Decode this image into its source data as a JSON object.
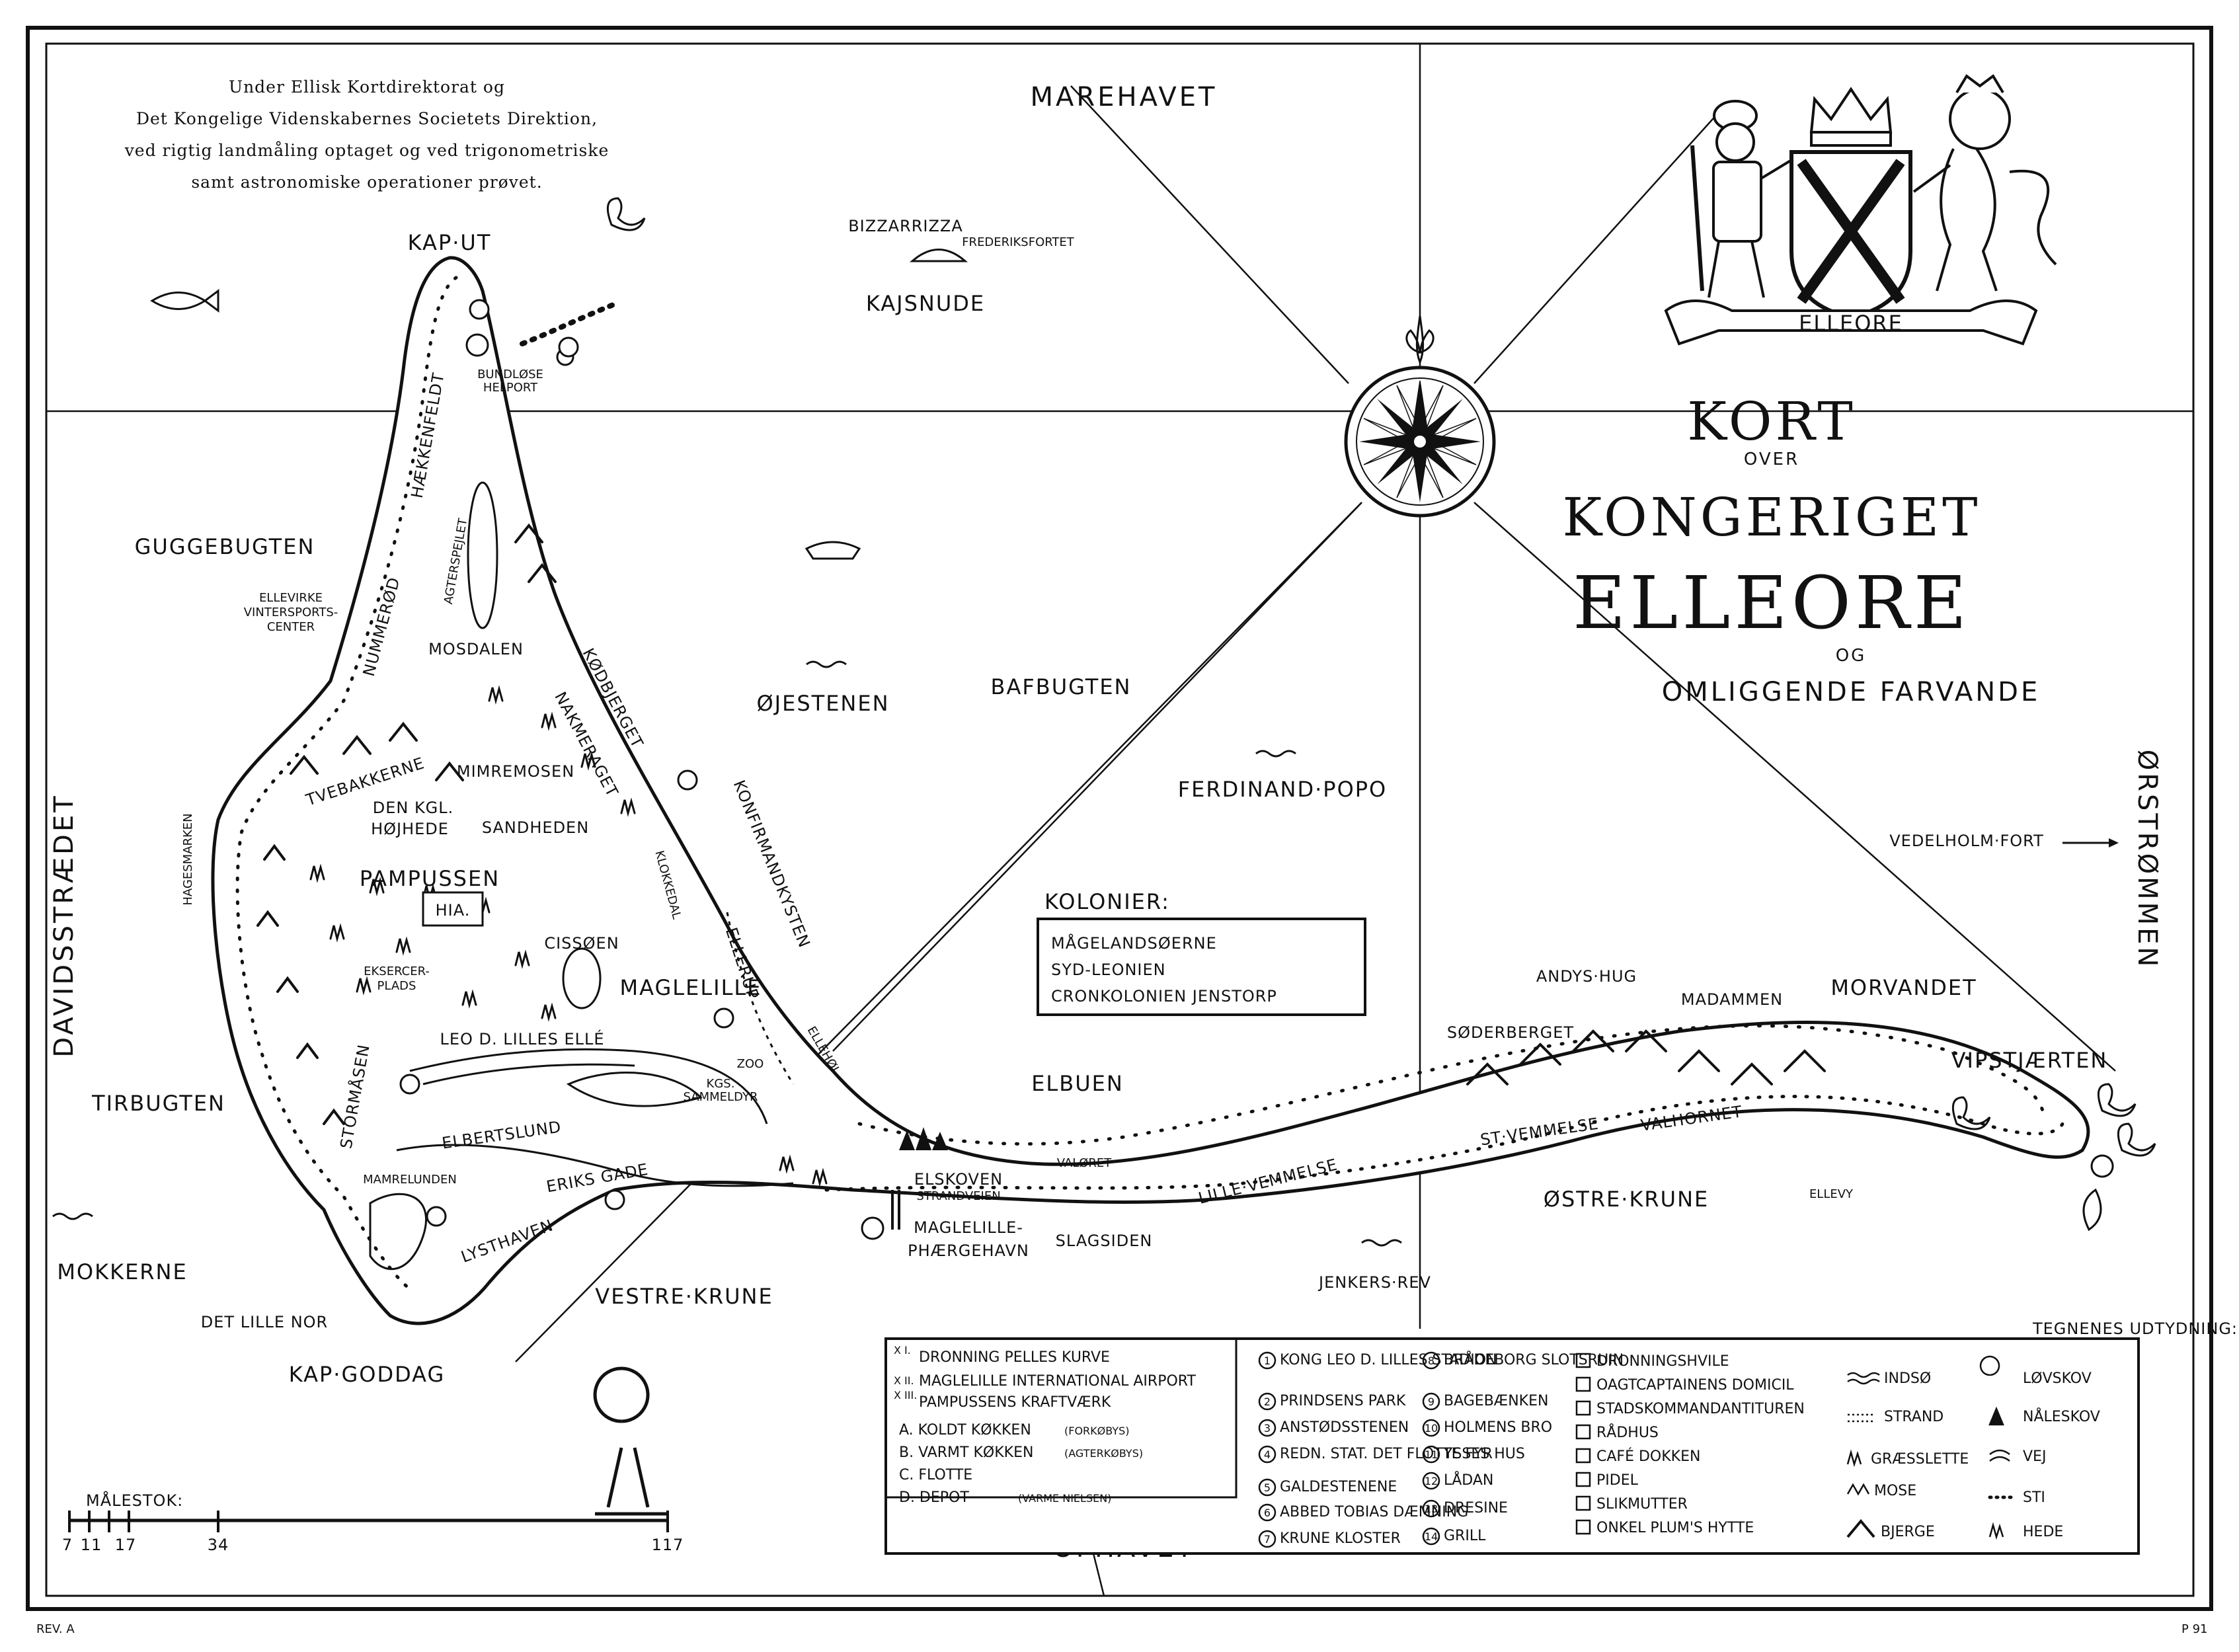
{
  "header": [
    "Under Ellisk Kortdirektorat og",
    "Det Kongelige Videnskabernes Societets Direktion,",
    "ved rigtig landmåling optaget og ved trigonometriske",
    "samt astronomiske operationer prøvet."
  ],
  "title": {
    "line1": "KORT",
    "line2": "OVER",
    "line3": "KONGERIGET",
    "line4": "ELLEORE",
    "line5": "OG",
    "line6": "OMLIGGENDE FARVANDE"
  },
  "coat_of_arms_banner": "ELLEORE",
  "seas": {
    "north": "MAREHAVET",
    "south": "OPHAVET",
    "west": "DAVIDSSTRÆDET",
    "east": "ØRSTRØMMEN"
  },
  "water_names": {
    "guggebugten": "GUGGEBUGTEN",
    "tirbugten": "TIRBUGTEN",
    "bafbugten": "BAFBUGTEN",
    "elbuen": "ELBUEN",
    "morvandet": "MORVANDET",
    "ostre_krune": "ØSTRE·KRUNE",
    "vestre_krune": "VESTRE·KRUNE",
    "ojestenen": "ØJESTENEN",
    "ferdinand_popo": "FERDINAND·POPO",
    "kajsnude": "KAJSNUDE",
    "bizzarrizza": "BIZZARRIZZA",
    "frederiksfortet": "FREDERIKSFORTET",
    "mokkerne": "MOKKERNE",
    "jenkers_rev": "JENKERS·REV",
    "vedelholm_fort": "VEDELHOLM·FORT"
  },
  "place_names": {
    "kap_ut": "KAP·UT",
    "kap_goddag": "KAP·GODDAG",
    "det_lille_nor": "DET LILLE NOR",
    "vipstjaerten": "VIPSTJÆRTEN",
    "andys_hug": "ANDYS·HUG",
    "madammen": "MADAMMEN",
    "soderberget": "SØDERBERGET",
    "valhornet": "VALHORNET",
    "st_vemmelse": "ST·VEMMELSE",
    "lille_vemmelse": "LILLE·VEMMELSE",
    "valoret": "VALØRET",
    "ellevy": "ELLEVY",
    "slagsiden": "SLAGSIDEN",
    "maglelille_phaergehavn": "MAGLELILLE-",
    "phaergehavn_line2": "PHÆRGEHAVN",
    "elskoven": "ELSKOVEN",
    "strandveien": "STRANDVEIEN",
    "ellehoi": "ELLEHØI",
    "konfirmandkysten": "KONFIRMANDKYSTEN",
    "ellerup": "ELLERUP",
    "kodbjerget": "KØDBJERGET",
    "nakmeraget": "NAKMERAGET",
    "mosdalen": "MOSDALEN",
    "agterspejlet": "AGTERSPEJLET",
    "haekkenfeldt": "HÆKKENFELDT",
    "nummerod": "NUMMERØD",
    "ellevirke": "ELLEVIRKE",
    "ellevirke_line2": "VINTERSPORTS-",
    "ellevirke_line3": "CENTER",
    "tvebakkerne": "TVEBAKKERNE",
    "mimremosen": "MIMREMOSEN",
    "den_kgl_hojhede": "DEN KGL.",
    "hojhede_line2": "HØJHEDE",
    "sandheden": "SANDHEDEN",
    "pampussen": "PAMPUSSEN",
    "hia": "HIA.",
    "ekscercerplads": "EKSERCER-",
    "ekscercerplads_line2": "PLADS",
    "cissoen": "CISSØEN",
    "maglelille": "MAGLELILLE",
    "klokkedal": "KLOKKEDAL",
    "leo_lilles_elle": "LEO D. LILLES ELLÉ",
    "elbertslund": "ELBERTSLUND",
    "stormasen": "STORMÅSEN",
    "mamrelunden": "MAMRELUNDEN",
    "eriks_gade": "ERIKS GADE",
    "lysthaven": "LYSTHAVEN",
    "hagesmarken": "HAGESMARKEN",
    "bundlose": "BUNDLØSE",
    "bundlose_line2": "HELPORT",
    "kgs_sammeldyr": "KGS.",
    "kgs_line2": "SAMMELDYR",
    "zoo": "ZOO"
  },
  "colonies": {
    "heading": "KOLONIER:",
    "items": [
      "MÅGELANDSØERNE",
      "SYD-LEONIEN",
      "CRONKOLONIEN JENSTORP"
    ]
  },
  "scale": {
    "label": "MÅLESTOK:",
    "ticks": [
      "7",
      "11",
      "17",
      "34",
      "117"
    ]
  },
  "legend": {
    "heading": "TEGNENES UDTYDNING:",
    "left_markers": [
      "X I.",
      "X II.",
      "X III."
    ],
    "left": [
      "DRONNING PELLES KURVE",
      "MAGLELILLE INTERNATIONAL AIRPORT",
      "PAMPUSSENS KRAFTVÆRK",
      "A. KOLDT KØKKEN",
      "B. VARMT KØKKEN",
      "C. FLOTTE",
      "D. DEPOT"
    ],
    "left_notes": [
      "(FORKØBYS)",
      "(AGTERKØBYS)",
      "",
      "(VARME NIELSEN)"
    ],
    "numbered": [
      {
        "num": "1",
        "text": "KONG LEO D. LILLES STADION"
      },
      {
        "num": "2",
        "text": "PRINDSENS PARK"
      },
      {
        "num": "3",
        "text": "ANSTØDSSTENEN"
      },
      {
        "num": "4",
        "text": "REDN. STAT. DET FLOTTE FYR"
      },
      {
        "num": "5",
        "text": "GALDESTENENE"
      },
      {
        "num": "6",
        "text": "ABBED TOBIAS DÆMNING"
      },
      {
        "num": "7",
        "text": "KRUNE KLOSTER"
      },
      {
        "num": "8",
        "text": "BRÅDEBORG SLOTSRUIN"
      },
      {
        "num": "9",
        "text": "BAGEBÆNKEN"
      },
      {
        "num": "10",
        "text": "HOLMENS BRO"
      },
      {
        "num": "11",
        "text": "YSSES HUS"
      },
      {
        "num": "12",
        "text": "LÅDAN"
      },
      {
        "num": "13",
        "text": "DRESINE"
      },
      {
        "num": "14",
        "text": "GRILL"
      }
    ],
    "symbols": [
      "DRONNINGSHVILE",
      "OAGTCAPTAINENS DOMICIL",
      "STADSKOMMANDANTITUREN",
      "RÅDHUS",
      "CAFÉ DOKKEN",
      "PIDEL",
      "SLIKMUTTER",
      "ONKEL PLUM'S HYTTE"
    ],
    "terrain": [
      "INDSØ",
      "LØVSKOV",
      "STRAND",
      "NÅLESKOV",
      "GRÆSSLETTE",
      "VEJ",
      "MOSE",
      "STI",
      "BJERGE",
      "HEDE"
    ]
  },
  "corner_marks": {
    "bottom_left": "REV. A",
    "bottom_right": "P 91"
  },
  "colors": {
    "ink": "#111111",
    "paper": "#ffffff"
  }
}
